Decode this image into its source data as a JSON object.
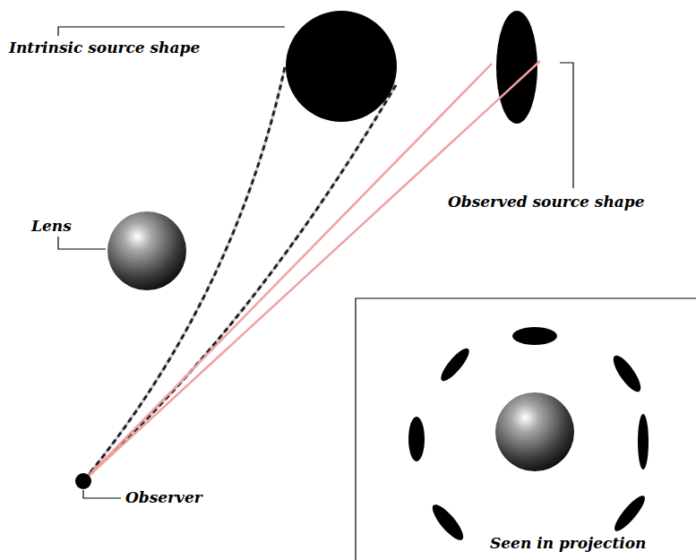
{
  "diagram": {
    "labels": [
      "Intrinsic source shape",
      "Lens",
      "Observed source shape",
      "Observer",
      "Seen in projection"
    ]
  }
}
